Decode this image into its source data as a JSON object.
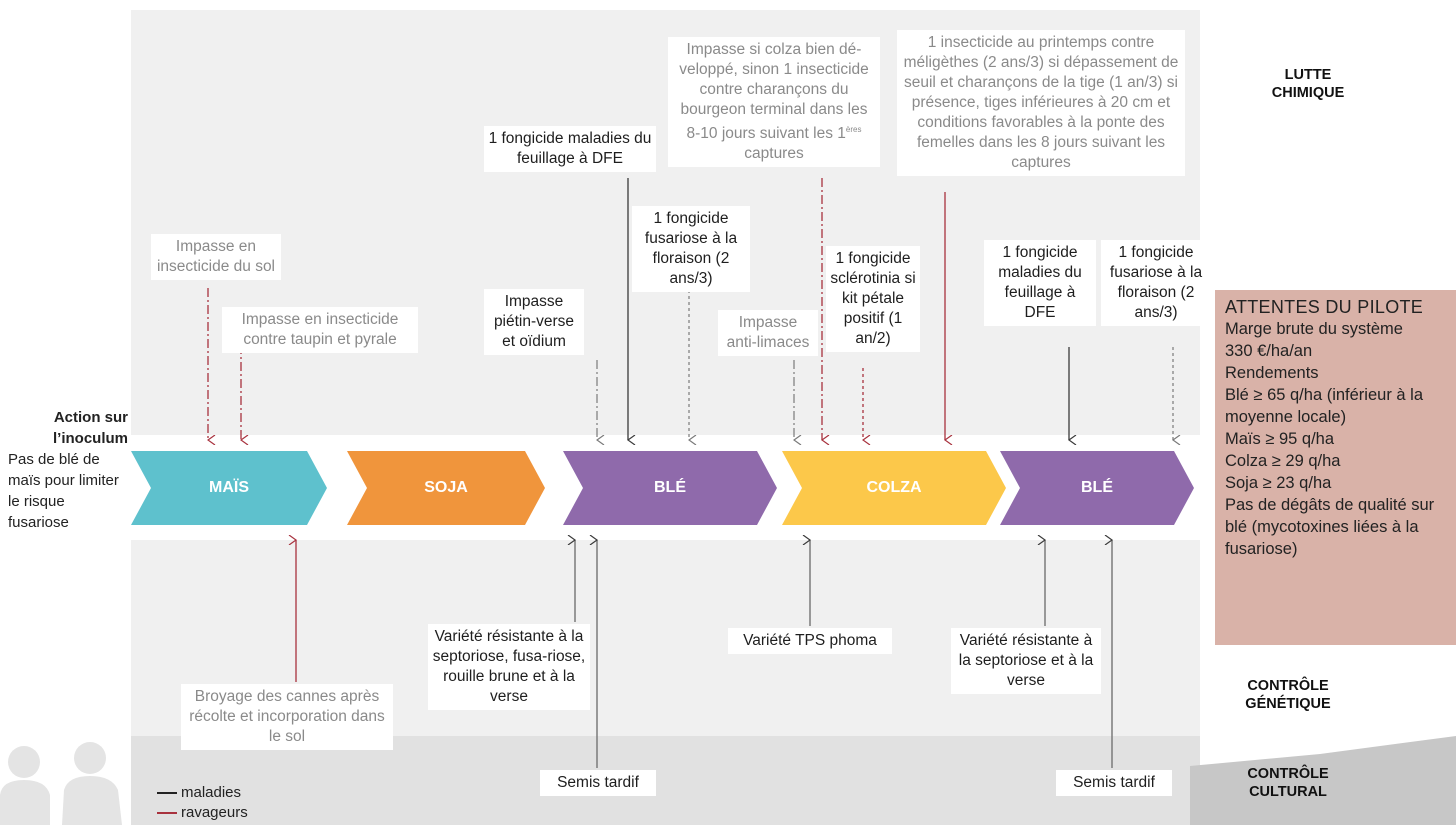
{
  "colors": {
    "mais": "#5ec1cd",
    "soja": "#f0953c",
    "ble": "#8f6aab",
    "colza": "#fcc84a",
    "maladies": "#222222",
    "ravageurs": "#a8323e",
    "pilot_bg": "#d9b2a8"
  },
  "side_labels": {
    "lutte_chimique": "LUTTE CHIMIQUE",
    "controle_genetique": "CONTRÔLE GÉNÉTIQUE",
    "controle_cultural": "CONTRÔLE CULTURAL"
  },
  "left_note": {
    "title": "Action sur l’inoculum",
    "text": "Pas de blé de maïs pour limiter le risque fusariose"
  },
  "crops": [
    "MAÏS",
    "SOJA",
    "BLÉ",
    "COLZA",
    "BLÉ"
  ],
  "top_boxes": {
    "impasse_sol": "Impasse en insecticide du sol",
    "impasse_taupin": "Impasse en insecticide contre taupin et pyrale",
    "impasse_pietin": "Impasse piétin-verse et oïdium",
    "fongicide_feuillage_1": "1 fongicide maladies du feuillage à DFE",
    "fongicide_fusariose_1": "1 fongicide fusariose à la floraison (2 ans/3)",
    "impasse_colza_a": "Impasse si colza bien dé-veloppé, sinon 1 insecticide contre charançons du bourgeon terminal dans les 8-10 jours suivant les 1",
    "impasse_colza_sup": "ères",
    "impasse_colza_b": " captures",
    "impasse_limaces": "Impasse anti-limaces",
    "sclerotinia": "1 fongicide sclérotinia si kit pétale positif (1 an/2)",
    "insecticide_printemps": "1 insecticide au printemps contre méligèthes (2 ans/3) si dépassement de seuil et charançons de la tige (1 an/3) si présence, tiges inférieures à 20 cm et conditions favorables à la ponte des femelles dans les 8 jours suivant les captures",
    "fongicide_feuillage_2": "1 fongicide maladies du feuillage à DFE",
    "fongicide_fusariose_2": "1 fongicide fusariose à la floraison (2 ans/3)"
  },
  "bottom_boxes": {
    "broyage": "Broyage des cannes après récolte et incorporation dans le sol",
    "variete_ble_1": "Variété résistante à la septoriose, fusa-riose, rouille brune et à la verse",
    "variete_colza": "Variété TPS phoma",
    "variete_ble_2": "Variété résistante à la septoriose et à la verse",
    "semis_1": "Semis tardif",
    "semis_2": "Semis tardif"
  },
  "pilot": {
    "title": "ATTENTES DU PILOTE",
    "lines": [
      "Marge brute  du système",
      "330 €/ha/an",
      "Rendements",
      "Blé ≥ 65 q/ha (inférieur à la moyenne locale)",
      "Maïs ≥ 95 q/ha",
      "Colza ≥ 29 q/ha",
      "Soja ≥ 23 q/ha",
      "Pas de dégâts de qualité sur blé (mycotoxines liées à la fusariose)"
    ]
  },
  "legend": {
    "maladies": "maladies",
    "ravageurs": "ravageurs"
  }
}
